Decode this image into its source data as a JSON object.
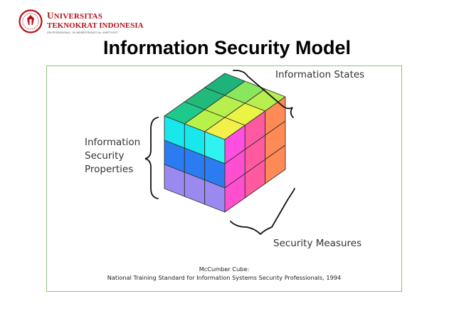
{
  "header": {
    "logo": {
      "line1": "Universitas",
      "line2": "Teknokrat Indonesia",
      "small_text": "IZIN OPERASIONAL : SK MENRISTEKDIKTI No. 94/KPT/I/2017"
    },
    "title": "Information Security Model"
  },
  "diagram": {
    "labels": {
      "information_states": "Information States",
      "information_security_properties": [
        "Information",
        "Security",
        "Properties"
      ],
      "security_measures": "Security Measures"
    },
    "caption": {
      "line1": "McCumber Cube:",
      "line2": "National Training Standard for Information Systems Security Professionals, 1994"
    },
    "colors": {
      "top": "#1eb37a",
      "front_rows": [
        "#18e8ec",
        "#2b7cf0",
        "#9a8af0"
      ],
      "right_rows": [
        "#ff4fd9",
        "#ff4fa6",
        "#ff7f5b"
      ],
      "grid_line": "#333333",
      "border": "#8bc47a",
      "brand": "#b5121b"
    }
  }
}
